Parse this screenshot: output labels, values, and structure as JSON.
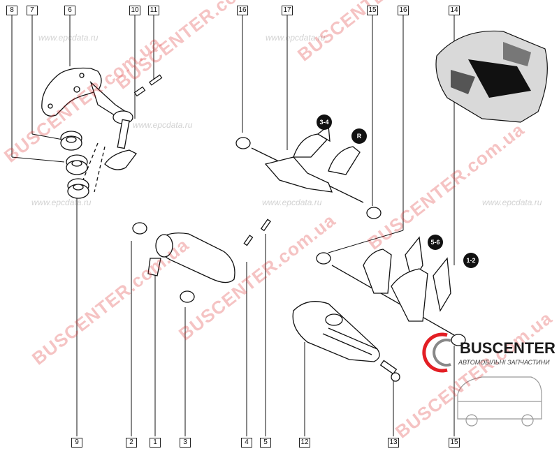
{
  "callouts": {
    "c8": "8",
    "c7": "7",
    "c6": "6",
    "c10": "10",
    "c11": "11",
    "c16a": "16",
    "c17": "17",
    "c15a": "15",
    "c16b": "16",
    "c14": "14",
    "c9": "9",
    "c2": "2",
    "c1": "1",
    "c3": "3",
    "c4": "4",
    "c5": "5",
    "c12": "12",
    "c13": "13",
    "c15b": "15"
  },
  "badges": {
    "b34": "3-4",
    "bR": "R",
    "b56": "5-6",
    "b12": "1-2"
  },
  "watermarks": {
    "brand": "BUSCENTER.com.ua",
    "site": "www.epcdata.ru"
  },
  "logo": {
    "name": "BUSCENTER",
    "tagline": "АВТОМОБІЛЬНІ ЗАПЧАСТИНИ"
  }
}
